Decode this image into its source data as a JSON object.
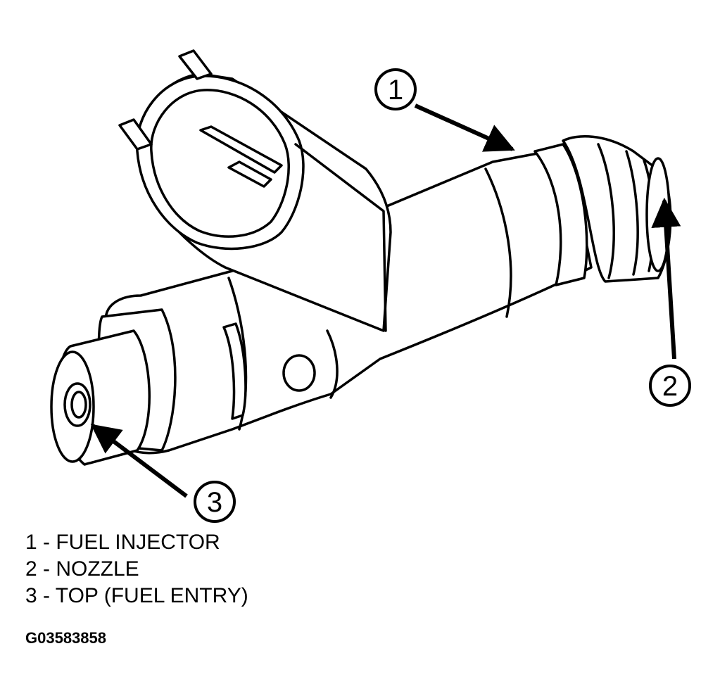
{
  "diagram": {
    "callouts": [
      {
        "num": "1"
      },
      {
        "num": "2"
      },
      {
        "num": "3"
      }
    ]
  },
  "legend": [
    {
      "text": "1 - FUEL INJECTOR"
    },
    {
      "text": "2 - NOZZLE"
    },
    {
      "text": "3 - TOP (FUEL ENTRY)"
    }
  ],
  "figure_id": "G03583858"
}
